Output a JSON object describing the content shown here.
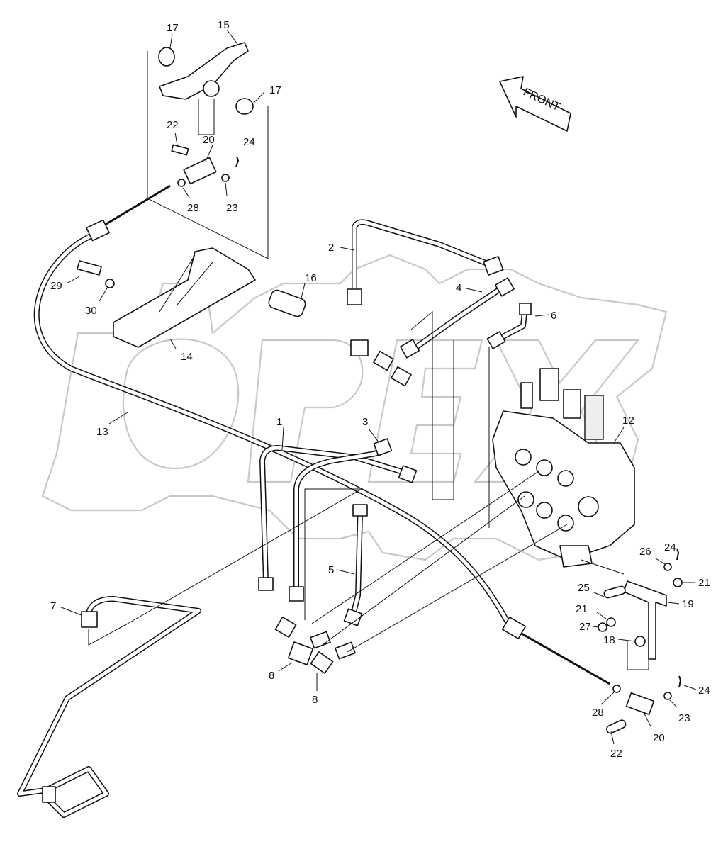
{
  "diagram": {
    "type": "exploded parts diagram",
    "subject": "Hydraulic control valve, pedal linkage, cable and tubes",
    "watermark_text": "OPEX",
    "direction_arrow": {
      "label": "FRONT",
      "icon": "arrow-left-icon"
    },
    "corner_mark": "",
    "callouts": [
      {
        "id": "c1",
        "number": "1",
        "part": "tube"
      },
      {
        "id": "c2",
        "number": "2",
        "part": "tube"
      },
      {
        "id": "c3",
        "number": "3",
        "part": "tube"
      },
      {
        "id": "c4",
        "number": "4",
        "part": "tube"
      },
      {
        "id": "c5",
        "number": "5",
        "part": "tube"
      },
      {
        "id": "c6",
        "number": "6",
        "part": "elbow tube"
      },
      {
        "id": "c7",
        "number": "7",
        "part": "tube"
      },
      {
        "id": "c8a",
        "number": "8",
        "part": "elbow fitting"
      },
      {
        "id": "c8b",
        "number": "8",
        "part": "elbow fitting"
      },
      {
        "id": "c12",
        "number": "12",
        "part": "control valve"
      },
      {
        "id": "c13",
        "number": "13",
        "part": "control cable"
      },
      {
        "id": "c14",
        "number": "14",
        "part": "pedal bracket"
      },
      {
        "id": "c15",
        "number": "15",
        "part": "pedal"
      },
      {
        "id": "c16",
        "number": "16",
        "part": "pin"
      },
      {
        "id": "c17a",
        "number": "17",
        "part": "bushing"
      },
      {
        "id": "c17b",
        "number": "17",
        "part": "bushing"
      },
      {
        "id": "c18",
        "number": "18",
        "part": "washer"
      },
      {
        "id": "c19",
        "number": "19",
        "part": "bracket"
      },
      {
        "id": "c20a",
        "number": "20",
        "part": "clevis"
      },
      {
        "id": "c20b",
        "number": "20",
        "part": "clevis"
      },
      {
        "id": "c21a",
        "number": "21",
        "part": "bushing"
      },
      {
        "id": "c21b",
        "number": "21",
        "part": "bushing"
      },
      {
        "id": "c22a",
        "number": "22",
        "part": "pin"
      },
      {
        "id": "c22b",
        "number": "22",
        "part": "pin"
      },
      {
        "id": "c23a",
        "number": "23",
        "part": "washer"
      },
      {
        "id": "c23b",
        "number": "23",
        "part": "washer"
      },
      {
        "id": "c24a",
        "number": "24",
        "part": "cotter pin"
      },
      {
        "id": "c24b",
        "number": "24",
        "part": "cotter pin"
      },
      {
        "id": "c24c",
        "number": "24",
        "part": "cotter pin"
      },
      {
        "id": "c25",
        "number": "25",
        "part": "pin"
      },
      {
        "id": "c26",
        "number": "26",
        "part": "washer"
      },
      {
        "id": "c27",
        "number": "27",
        "part": "o-ring"
      },
      {
        "id": "c28a",
        "number": "28",
        "part": "nut"
      },
      {
        "id": "c28b",
        "number": "28",
        "part": "nut"
      },
      {
        "id": "c29",
        "number": "29",
        "part": "bolt"
      },
      {
        "id": "c30",
        "number": "30",
        "part": "washer"
      }
    ]
  }
}
